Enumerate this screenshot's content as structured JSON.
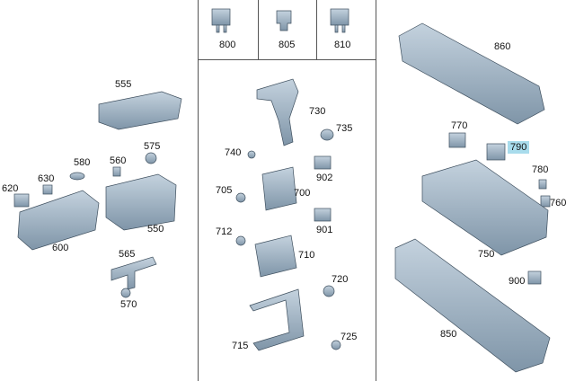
{
  "diagram": {
    "top_panel": [
      {
        "id": "p800",
        "label": "800"
      },
      {
        "id": "p805",
        "label": "805"
      },
      {
        "id": "p810",
        "label": "810"
      }
    ],
    "left": [
      {
        "id": "p555",
        "label": "555"
      },
      {
        "id": "p575",
        "label": "575"
      },
      {
        "id": "p580",
        "label": "580"
      },
      {
        "id": "p560",
        "label": "560"
      },
      {
        "id": "p630",
        "label": "630"
      },
      {
        "id": "p620",
        "label": "620"
      },
      {
        "id": "p550",
        "label": "550"
      },
      {
        "id": "p600",
        "label": "600"
      },
      {
        "id": "p565",
        "label": "565"
      },
      {
        "id": "p570",
        "label": "570"
      }
    ],
    "middle": [
      {
        "id": "p730",
        "label": "730"
      },
      {
        "id": "p735",
        "label": "735"
      },
      {
        "id": "p740",
        "label": "740"
      },
      {
        "id": "p902",
        "label": "902"
      },
      {
        "id": "p705",
        "label": "705"
      },
      {
        "id": "p700",
        "label": "700"
      },
      {
        "id": "p901",
        "label": "901"
      },
      {
        "id": "p712",
        "label": "712"
      },
      {
        "id": "p710",
        "label": "710"
      },
      {
        "id": "p720",
        "label": "720"
      },
      {
        "id": "p725",
        "label": "725"
      },
      {
        "id": "p715",
        "label": "715"
      }
    ],
    "right": [
      {
        "id": "p860",
        "label": "860"
      },
      {
        "id": "p770",
        "label": "770"
      },
      {
        "id": "p790",
        "label": "790",
        "highlight": true,
        "highlight_color": "#a9dcec"
      },
      {
        "id": "p780",
        "label": "780"
      },
      {
        "id": "p760",
        "label": "760"
      },
      {
        "id": "p750",
        "label": "750"
      },
      {
        "id": "p900",
        "label": "900"
      },
      {
        "id": "p850",
        "label": "850"
      }
    ],
    "colors": {
      "part_fill": "#8ea4b6",
      "part_dark": "#5f7386",
      "part_light": "#c4d2de",
      "line": "#555555"
    }
  }
}
